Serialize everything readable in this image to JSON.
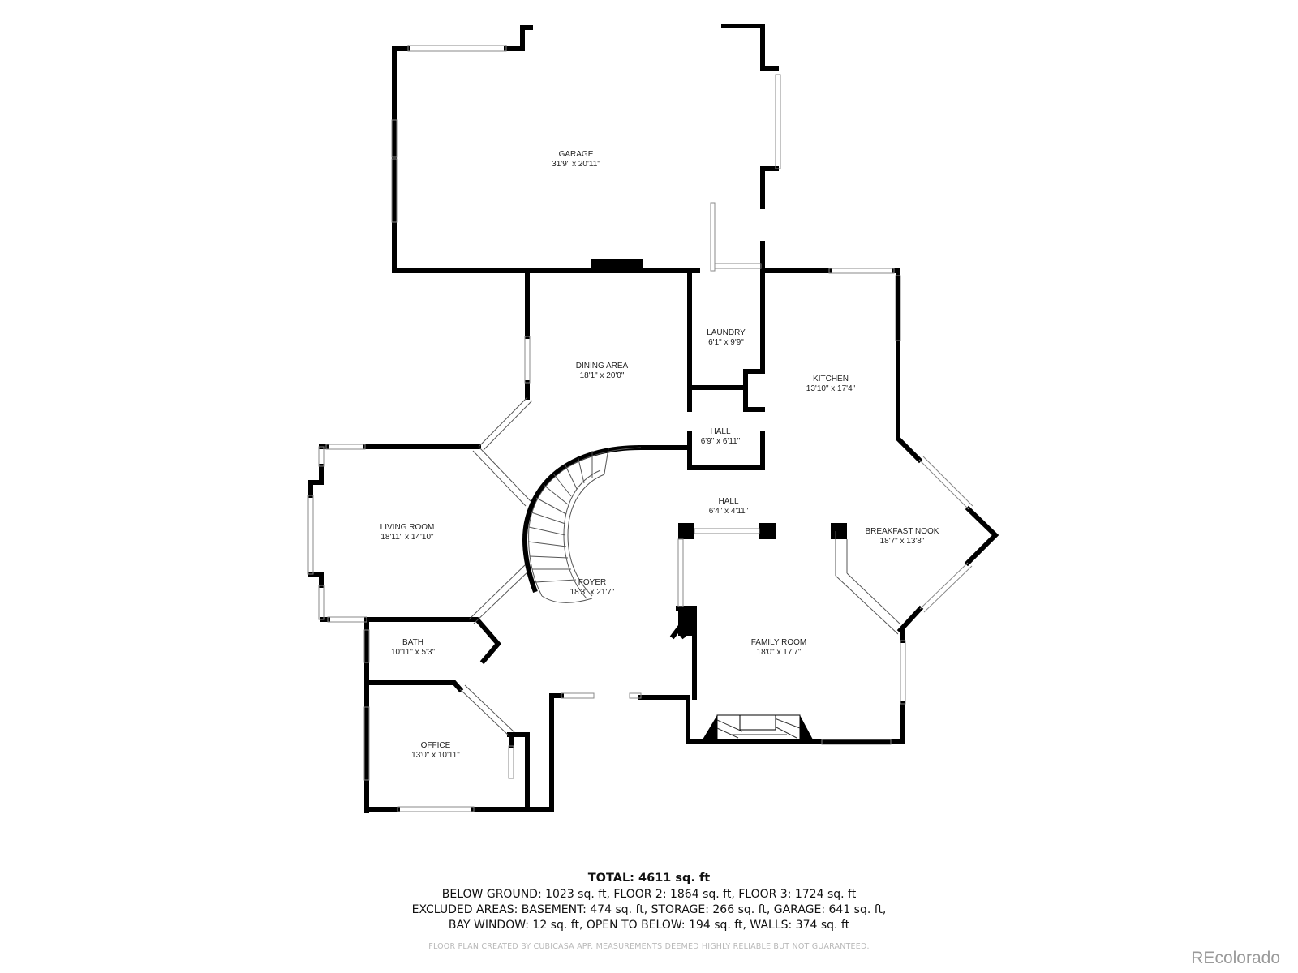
{
  "floor_plan": {
    "rooms": [
      {
        "id": "garage",
        "name": "GARAGE",
        "size": "31'9\" x 20'11\""
      },
      {
        "id": "laundry",
        "name": "LAUNDRY",
        "size": "6'1\" x 9'9\""
      },
      {
        "id": "dining",
        "name": "DINING AREA",
        "size": "18'1\" x 20'0\""
      },
      {
        "id": "kitchen",
        "name": "KITCHEN",
        "size": "13'10\" x 17'4\""
      },
      {
        "id": "hall1",
        "name": "HALL",
        "size": "6'9\" x 6'11\""
      },
      {
        "id": "hall2",
        "name": "HALL",
        "size": "6'4\" x 4'11\""
      },
      {
        "id": "breakfast",
        "name": "BREAKFAST NOOK",
        "size": "18'7\" x 13'8\""
      },
      {
        "id": "living",
        "name": "LIVING ROOM",
        "size": "18'11\" x 14'10\""
      },
      {
        "id": "foyer",
        "name": "FOYER",
        "size": "18'3\" x 21'7\""
      },
      {
        "id": "family",
        "name": "FAMILY ROOM",
        "size": "18'0\" x 17'7\""
      },
      {
        "id": "bath",
        "name": "BATH",
        "size": "10'11\" x 5'3\""
      },
      {
        "id": "office",
        "name": "OFFICE",
        "size": "13'0\" x 10'11\""
      }
    ]
  },
  "summary": {
    "total": "TOTAL: 4611 sq. ft",
    "line1": "BELOW GROUND: 1023 sq. ft, FLOOR 2: 1864 sq. ft, FLOOR 3: 1724 sq. ft",
    "line2": "EXCLUDED AREAS: BASEMENT: 474 sq. ft, STORAGE: 266 sq. ft, GARAGE: 641 sq. ft,",
    "line3": "BAY WINDOW: 12 sq. ft, OPEN TO BELOW: 194 sq. ft, WALLS: 374 sq. ft"
  },
  "disclaimer": "FLOOR PLAN CREATED BY CUBICASA APP. MEASUREMENTS DEEMED HIGHLY RELIABLE BUT NOT GUARANTEED.",
  "watermark": "REcolorado"
}
